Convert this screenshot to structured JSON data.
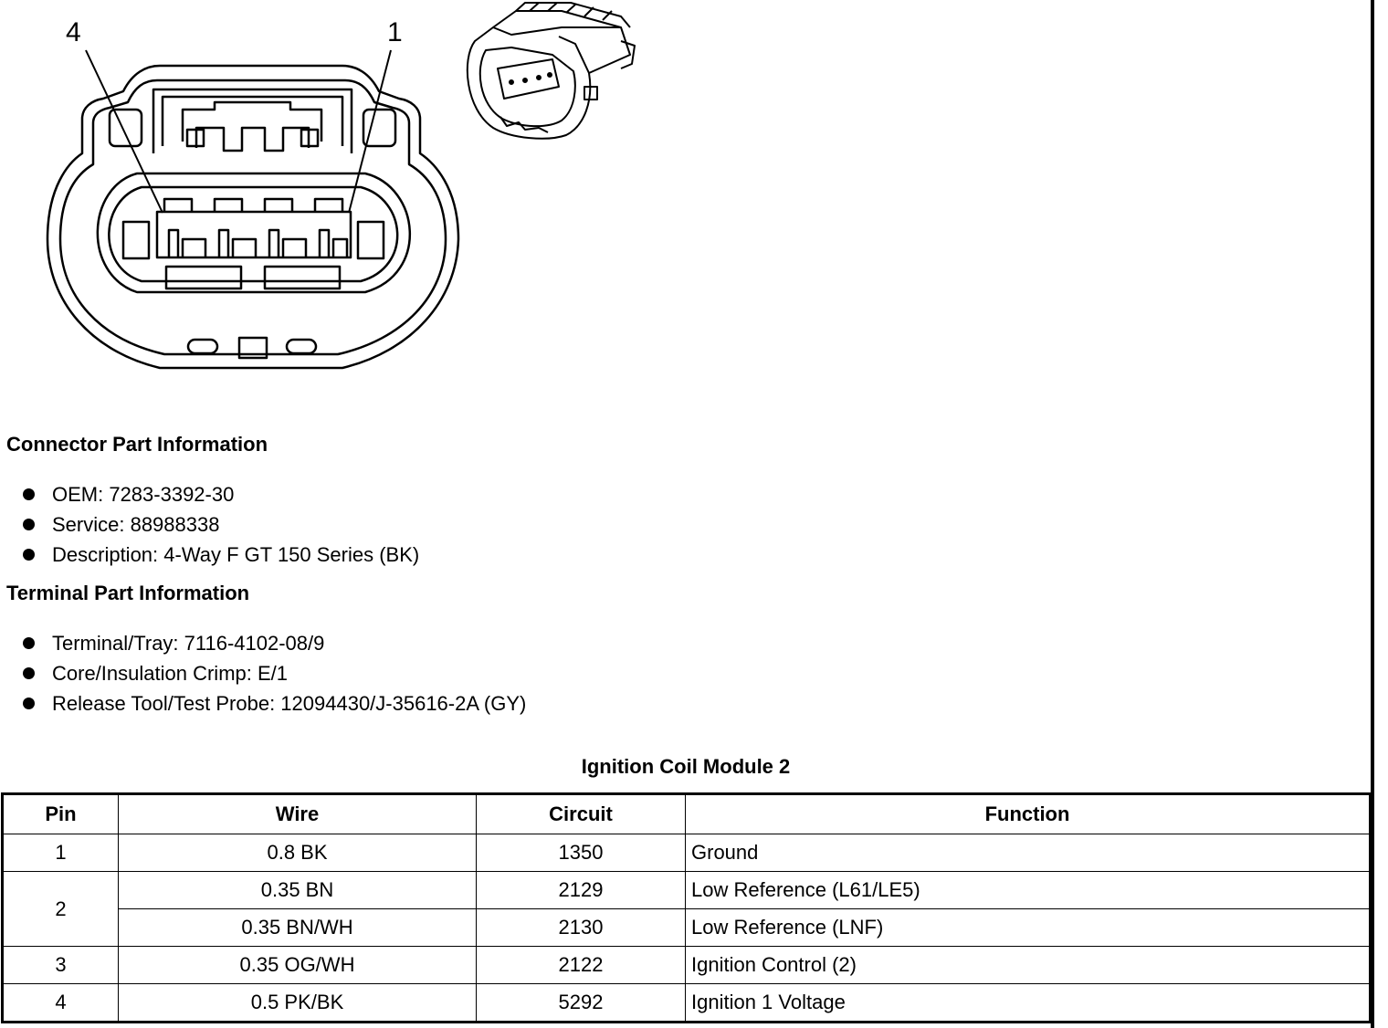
{
  "diagram": {
    "pin_label_left": "4",
    "pin_label_right": "1"
  },
  "connector_info": {
    "title": "Connector Part Information",
    "items": [
      "OEM: 7283-3392-30",
      "Service: 88988338",
      "Description: 4-Way F GT 150 Series (BK)"
    ]
  },
  "terminal_info": {
    "title": "Terminal Part Information",
    "items": [
      "Terminal/Tray: 7116-4102-08/9",
      "Core/Insulation Crimp: E/1",
      "Release Tool/Test Probe: 12094430/J-35616-2A (GY)"
    ]
  },
  "table": {
    "title": "Ignition Coil Module 2",
    "headers": [
      "Pin",
      "Wire",
      "Circuit",
      "Function"
    ],
    "rows": [
      {
        "pin": "1",
        "wire": "0.8 BK",
        "circuit": "1350",
        "function": "Ground"
      },
      {
        "pin": "2",
        "wire": "0.35 BN",
        "circuit": "2129",
        "function": "Low Reference (L61/LE5)"
      },
      {
        "pin": "",
        "wire": "0.35 BN/WH",
        "circuit": "2130",
        "function": "Low Reference (LNF)"
      },
      {
        "pin": "3",
        "wire": "0.35 OG/WH",
        "circuit": "2122",
        "function": "Ignition Control (2)"
      },
      {
        "pin": "4",
        "wire": "0.5 PK/BK",
        "circuit": "5292",
        "function": "Ignition 1 Voltage"
      }
    ]
  }
}
